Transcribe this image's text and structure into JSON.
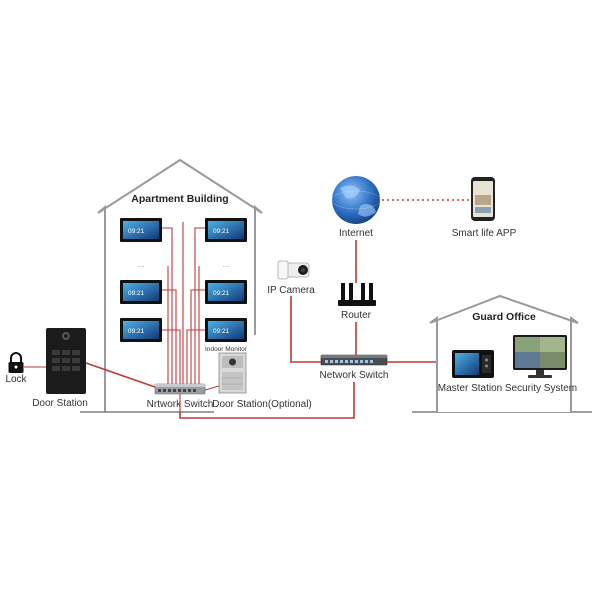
{
  "diagram": {
    "buildings": {
      "apartment": {
        "title": "Apartment Building"
      },
      "guard_office": {
        "title": "Guard Office"
      }
    },
    "labels": {
      "internet": "Internet",
      "smart_life_app": "Smart life APP",
      "ip_camera": "IP Camera",
      "router": "Router",
      "network_switch_center": "Network Switch",
      "network_switch_apartment": "Nrtwork Switch",
      "indoor_monitor": "Indoor Monitor",
      "door_station_optional": "Door Station(Optional)",
      "door_station": "Door Station",
      "lock": "Lock",
      "master_station": "Master Station",
      "security_system": "Security System"
    },
    "monitor_clock": "09:21",
    "ellipsis": "···",
    "colors": {
      "wire": "#c0393b",
      "building_outline": "#9a9a9a",
      "globe": "#2f6fc4"
    },
    "icons": {
      "globe": "globe-icon",
      "phone": "smartphone-icon",
      "camera": "ip-camera-icon",
      "router": "router-icon",
      "switch": "network-switch-icon",
      "lock": "padlock-icon",
      "monitor": "indoor-monitor-icon",
      "door_station": "door-station-icon"
    }
  }
}
